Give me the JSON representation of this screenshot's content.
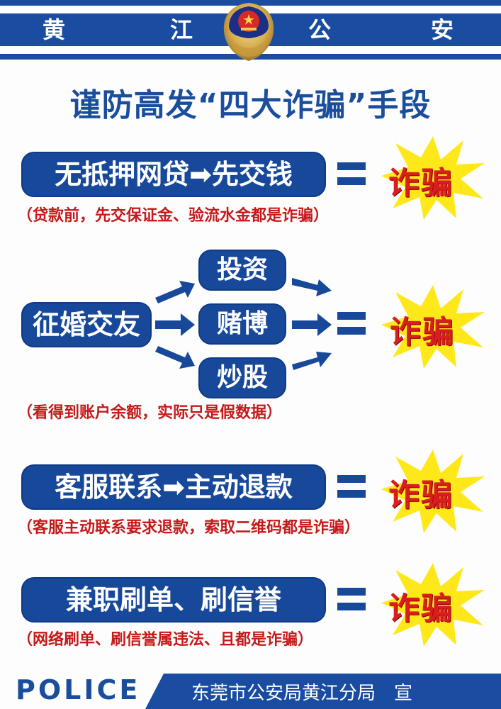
{
  "header": {
    "chars": [
      "黄",
      "江",
      "公",
      "安"
    ],
    "emblem": "police-emblem-icon",
    "colors": {
      "blue": "#1a4da1",
      "white": "#ffffff"
    }
  },
  "title": "谨防高发“四大诈骗”手段",
  "fraud_label": "诈骗",
  "equals": "=",
  "sections": [
    {
      "pill": "无抵押网贷➡先交钱",
      "note": "（贷款前，先交保证金、验流水金都是诈骗）"
    },
    {
      "source": "征婚交友",
      "branches": [
        "投资",
        "赌博",
        "炒股"
      ],
      "note": "（看得到账户余额，实际只是假数据）"
    },
    {
      "pill": "客服联系➡主动退款",
      "note": "（客服主动联系要求退款，索取二维码都是诈骗）"
    },
    {
      "pill": "兼职刷单、刷信誉",
      "note": "（网络刷单、刷信誉属违法、且都是诈骗）"
    }
  ],
  "footer": {
    "police": "POLICE",
    "issuer": "东莞市公安局黄江分局　宣"
  },
  "colors": {
    "primary_blue": "#17489a",
    "note_red": "#c41a1a",
    "fraud_red": "#d81e1e",
    "burst_yellow": "#ffe81a"
  }
}
